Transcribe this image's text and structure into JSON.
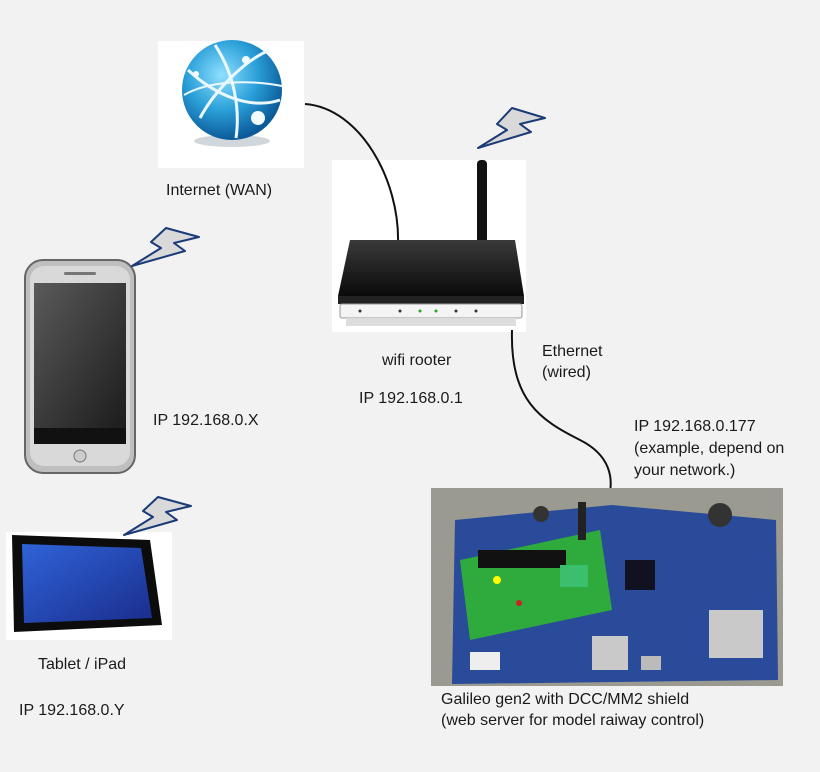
{
  "internet": {
    "label": "Internet (WAN)"
  },
  "router": {
    "label": "wifi rooter",
    "ip": "IP 192.168.0.1"
  },
  "link": {
    "line1": "Ethernet",
    "line2": "(wired)"
  },
  "phone": {
    "ip": "IP 192.168.0.X"
  },
  "tablet": {
    "label": "Tablet / iPad",
    "ip": "IP 192.168.0.Y"
  },
  "board": {
    "ip": "IP 192.168.0.177",
    "note_line1": "(example, depend on",
    "note_line2": "your network.)",
    "caption_line1": "Galileo gen2 with DCC/MM2 shield",
    "caption_line2": "(web server for model raiway control)"
  }
}
